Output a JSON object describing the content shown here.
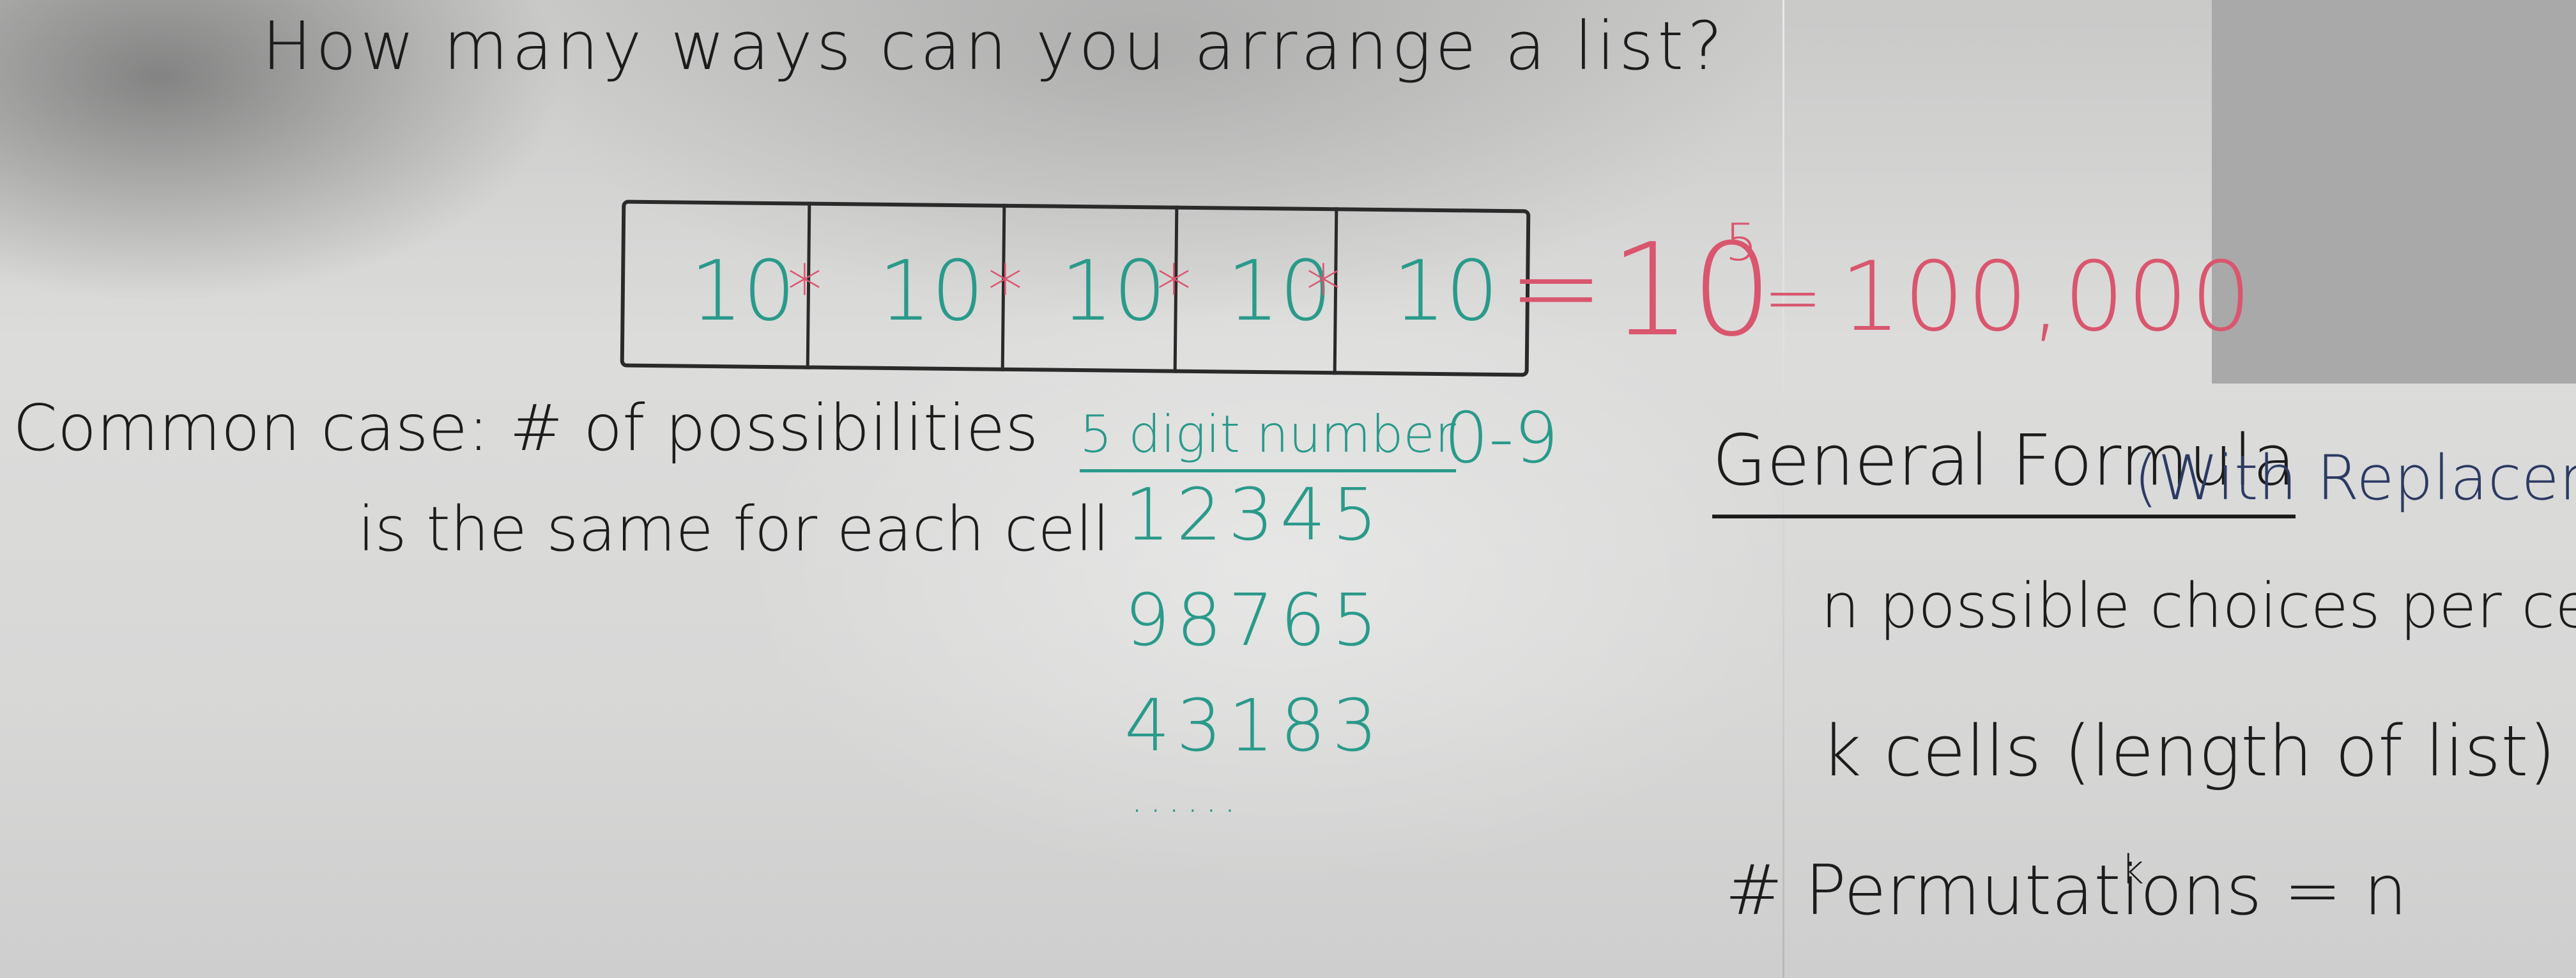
{
  "title": "How many ways can you arrange a list?",
  "cells": [
    "10",
    "10",
    "10",
    "10",
    "10"
  ],
  "times_symbol": "*",
  "equals_symbol": "=",
  "power": {
    "base": "10",
    "exponent": "5"
  },
  "result": "100,000",
  "common_case": {
    "line1": "Common case: # of possibilities",
    "line2": "is the same for each cell"
  },
  "example": {
    "label": "5 digit number",
    "range": "0-9",
    "numbers": [
      "12345",
      "98765",
      "43183"
    ],
    "ellipsis": "......"
  },
  "general_formula": {
    "heading": "General Formula",
    "qualifier": "(With Replacement)",
    "line_n": "n possible choices per cell",
    "line_k": "k cells (length of list)",
    "perm_label": "# Permutations = n",
    "perm_exponent": "k"
  },
  "colors": {
    "black_marker": "#1c1c1c",
    "teal_marker": "#2a9a8a",
    "red_marker": "#d9566e",
    "navy_marker": "#2c3a63"
  }
}
